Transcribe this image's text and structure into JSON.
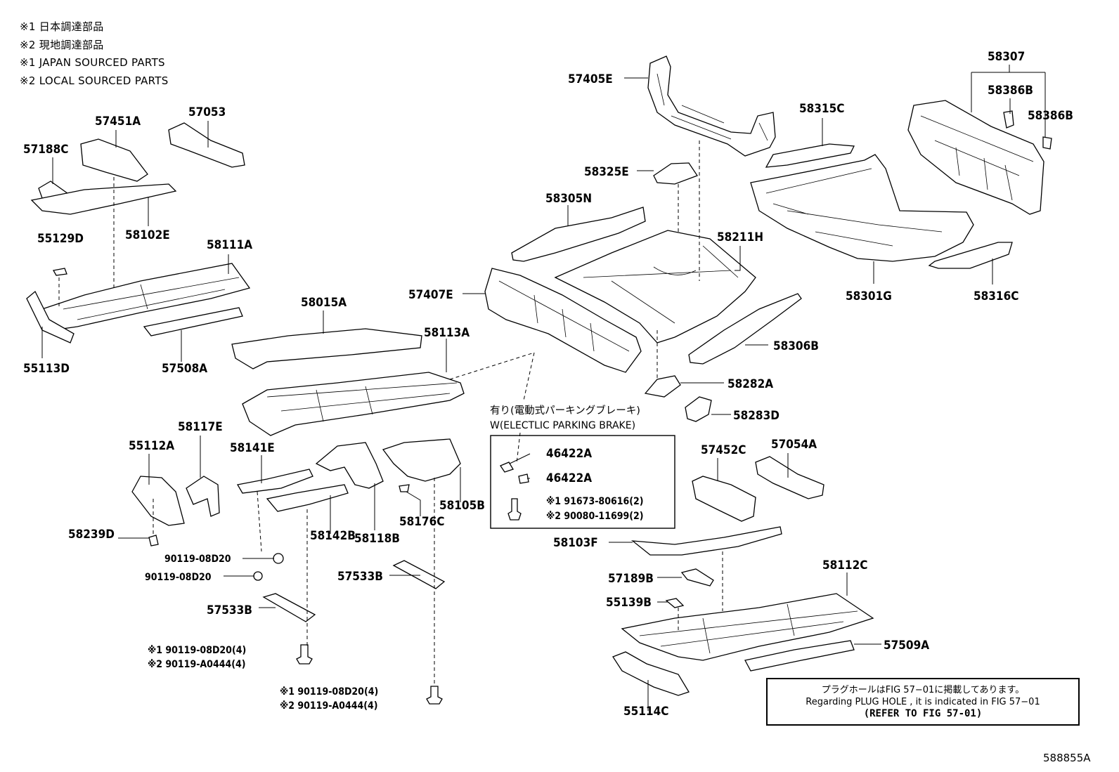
{
  "legend": [
    "※1 日本調達部品",
    "※2 現地調達部品",
    "※1 JAPAN SOURCED PARTS",
    "※2 LOCAL SOURCED PARTS"
  ],
  "labels": {
    "p57405E": "57405E",
    "p58307": "58307",
    "p58386B_a": "58386B",
    "p58386B_b": "58386B",
    "p58315C": "58315C",
    "p58325E": "58325E",
    "p58305N": "58305N",
    "p58211H": "58211H",
    "p57407E": "57407E",
    "p58301G": "58301G",
    "p58316C": "58316C",
    "p58306B": "58306B",
    "p58282A": "58282A",
    "p58283D": "58283D",
    "p57451A": "57451A",
    "p57053": "57053",
    "p57188C": "57188C",
    "p58102E": "58102E",
    "p55129D": "55129D",
    "p58111A": "58111A",
    "p55113D": "55113D",
    "p57508A": "57508A",
    "p58015A": "58015A",
    "p58113A": "58113A",
    "p55112A": "55112A",
    "p58117E": "58117E",
    "p58141E": "58141E",
    "p58239D": "58239D",
    "p58142B": "58142B",
    "p58118B": "58118B",
    "p58176C": "58176C",
    "p58105B": "58105B",
    "p57533B_a": "57533B",
    "p57533B_b": "57533B",
    "p90119_a": "90119-08D20",
    "p90119_b": "90119-08D20",
    "p46422A_a": "46422A",
    "p46422A_b": "46422A",
    "p57452C": "57452C",
    "p57054A": "57054A",
    "p58103F": "58103F",
    "p58112C": "58112C",
    "p57189B": "57189B",
    "p55139B": "55139B",
    "p57509A": "57509A",
    "p55114C": "55114C"
  },
  "bolt_sets": {
    "left_1": "※1 90119-08D20(4)",
    "left_2": "※2 90119-A0444(4)",
    "right_1": "※1  90119-08D20(4)",
    "right_2": "※2  90119-A0444(4)",
    "brake_1": "※1 91673-80616(2)",
    "brake_2": "※2 90080-11699(2)"
  },
  "option_box": {
    "title": "有り(電動式パーキングブレーキ)",
    "subtitle": "W(ELECTLIC PARKING BRAKE)"
  },
  "note": {
    "line1": "プラグホールはFIG 57−01に掲載してあります。",
    "line2": "Regarding  PLUG  HOLE , it is indicated in FIG  57−01",
    "line3": "(REFER TO FIG 57-01)"
  },
  "figure_id": "588855A"
}
